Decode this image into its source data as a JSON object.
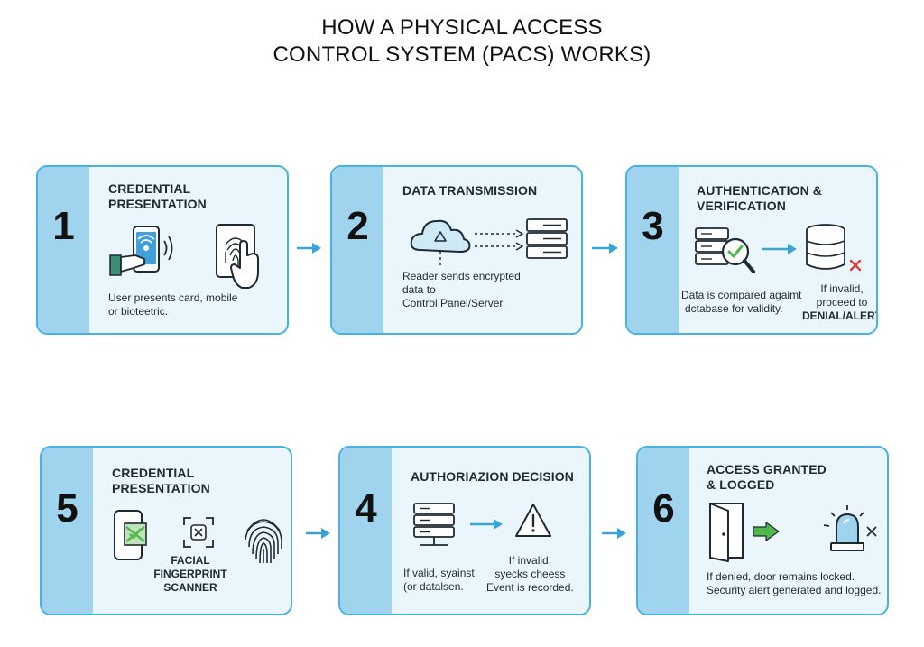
{
  "title": {
    "line1": "HOW A PHYSICAL ACCESS",
    "line2": "CONTROL SYSTEM (PACS) WORKS)"
  },
  "colors": {
    "border": "#48b2e0",
    "band": "#9fd3ee",
    "card_bg": "#eaf6fc",
    "arrow": "#3aa3d8",
    "check": "#4fb848",
    "cross": "#e03a3a",
    "phone_screen": "#3fa0dc"
  },
  "steps": [
    {
      "number": "1",
      "title": [
        "CREDENTIAL",
        "PRESENTATION"
      ],
      "text": [
        "User presents card, mobile",
        "or bioteetric."
      ],
      "icons": [
        "hand-phone-icon",
        "fingerprint-tablet-icon"
      ]
    },
    {
      "number": "2",
      "title": [
        "DATA TRANSMISSION"
      ],
      "text": [
        "Reader sends encrypted",
        "data to",
        "Control Panel/Server"
      ],
      "icons": [
        "cloud-upload-icon",
        "server-icon"
      ]
    },
    {
      "number": "3",
      "title": [
        "AUTHENTICATION &",
        "VERIFICATION"
      ],
      "text": [
        "Data is compared agaimt",
        "dctabase for validity."
      ],
      "text2": [
        "If invalid,",
        "proceed to",
        "DENIAL/ALERT"
      ],
      "icons": [
        "server-magnifier-check-icon",
        "database-cross-icon"
      ]
    },
    {
      "number": "5",
      "title": [
        "CREDENTIAL",
        "PRESENTATION"
      ],
      "text": [
        "FACIAL",
        "FINGERPRINT",
        "SCANNER"
      ],
      "icons": [
        "phone-face-icon",
        "face-scan-icon",
        "fingerprint-icon"
      ]
    },
    {
      "number": "4",
      "title": [
        "AUTHORIAZION DECISION"
      ],
      "text": [
        "If valid, syainst",
        "(or datalsen."
      ],
      "text2": [
        "If invalid,",
        "syecks cheess",
        "Event is recorded."
      ],
      "icons": [
        "server-network-icon",
        "warning-triangle-icon"
      ]
    },
    {
      "number": "6",
      "title": [
        "ACCESS GRANTED",
        "& LOGGED"
      ],
      "text": [
        "If denied, door remains locked.",
        "Security alert generated and logged."
      ],
      "icons": [
        "open-door-icon",
        "alarm-siren-icon"
      ]
    }
  ]
}
